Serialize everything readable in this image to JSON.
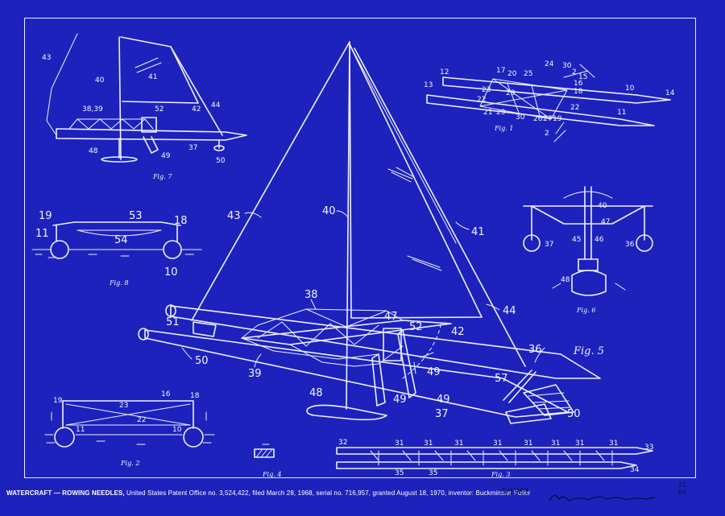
{
  "caption": {
    "title": "WATERCRAFT — ROWING NEEDLES,",
    "details": "United States Patent Office no. 3,524,422, filed March 28, 1968, serial no. 716,957, granted August 18, 1970, inventor: Buckminster Fuller",
    "print_date": "5/1981",
    "sheet_number": "21",
    "sheet_total": "66"
  },
  "figures": {
    "fig1": "Fig. 1",
    "fig2": "Fig. 2",
    "fig3": "Fig. 3",
    "fig4": "Fig. 4",
    "fig5": "Fig. 5",
    "fig6": "Fig. 6",
    "fig7": "Fig. 7",
    "fig8": "Fig. 8"
  },
  "labels": {
    "fig5": [
      "43",
      "40",
      "41",
      "38",
      "47",
      "52",
      "51",
      "44",
      "42",
      "36",
      "50",
      "39",
      "49",
      "49",
      "48",
      "57",
      "49",
      "37",
      "50"
    ],
    "fig7": [
      "43",
      "40",
      "41",
      "38,39",
      "52",
      "42",
      "44",
      "48",
      "49",
      "37",
      "50"
    ],
    "fig1": [
      "12",
      "13",
      "17",
      "20",
      "25",
      "24",
      "30",
      "2",
      "15",
      "10",
      "14",
      "11",
      "28",
      "23",
      "22",
      "21",
      "29",
      "26",
      "27",
      "19",
      "30",
      "16",
      "18",
      "22",
      "2"
    ],
    "fig6": [
      "40",
      "47",
      "45",
      "46",
      "37",
      "36",
      "48"
    ],
    "fig8": [
      "19",
      "53",
      "18",
      "11",
      "54",
      "10"
    ],
    "fig2": [
      "19",
      "23",
      "16",
      "18",
      "22",
      "11",
      "10"
    ],
    "fig3": [
      "32",
      "31",
      "31",
      "31",
      "31",
      "31",
      "31",
      "31",
      "31",
      "33",
      "35",
      "35",
      "34"
    ]
  },
  "colors": {
    "paper": "#1d22bd",
    "line": "#eef0ff",
    "ink": "#0b0c3a"
  }
}
